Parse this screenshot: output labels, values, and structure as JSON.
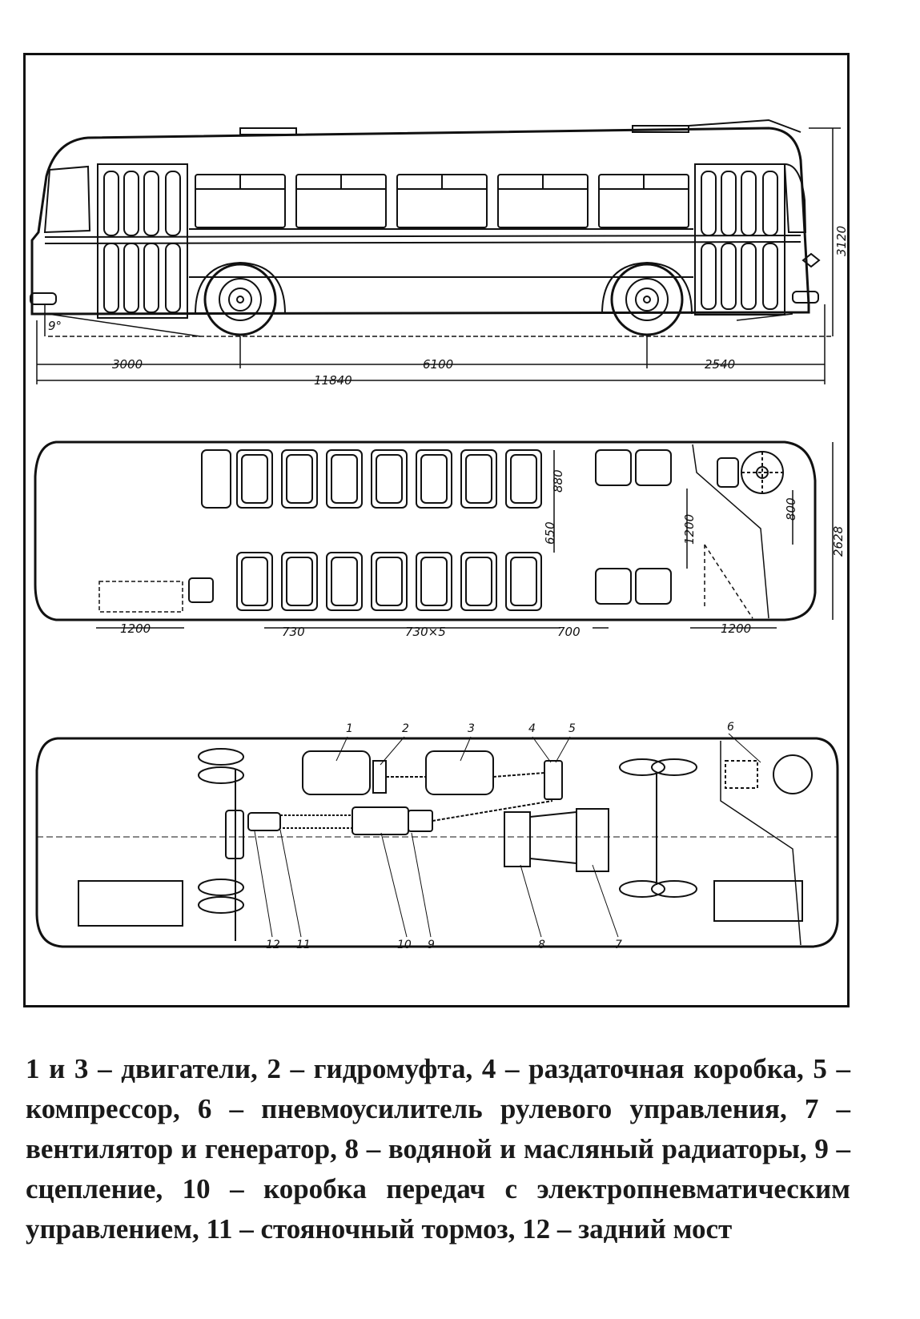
{
  "side_view": {
    "dims": {
      "front_overhang": "3000",
      "wheelbase": "6100",
      "rear_overhang": "2540",
      "overall_length": "11840",
      "height": "3120",
      "angle": "9°"
    }
  },
  "plan_view": {
    "dims": {
      "rear_left_1200": "1200",
      "pitch_first": "730",
      "pitch_multi": "730×5",
      "pitch_last": "700",
      "front_right_1200": "1200",
      "seat_depth": "880",
      "aisle_650": "650",
      "door_aisle": "1200",
      "driver_800": "800",
      "width": "2628"
    }
  },
  "layout_view": {
    "callouts": [
      "1",
      "2",
      "3",
      "4",
      "5",
      "6",
      "7",
      "8",
      "9",
      "10",
      "11",
      "12"
    ]
  },
  "caption": "1 и 3 – двигатели, 2 – гидромуфта, 4 – раздаточная коробка, 5 – компрессор, 6 – пневмоусилитель рулевого управления, 7 – вентилятор и генератор, 8 – водяной и масляный радиаторы, 9 – сцепление, 10 – коробка передач с электропневматическим управлением, 11 – стояночный тормоз, 12 – задний мост"
}
